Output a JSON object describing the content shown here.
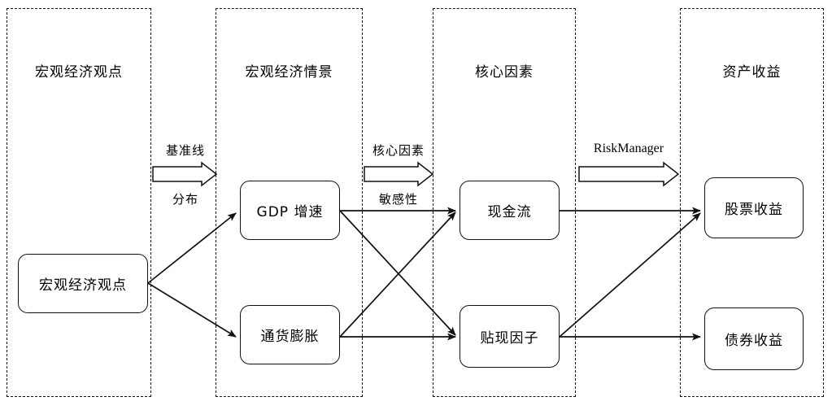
{
  "diagram": {
    "title_text": "",
    "lanes": [
      {
        "id": "macro-view",
        "title": "宏观经济观点"
      },
      {
        "id": "macro-scenario",
        "title": "宏观经济情景"
      },
      {
        "id": "core-factors",
        "title": "核心因素"
      },
      {
        "id": "asset-returns",
        "title": "资产收益"
      }
    ],
    "nodes": [
      {
        "id": "macro-view-node",
        "label": "宏观经济观点"
      },
      {
        "id": "gdp-growth",
        "label": "GDP 增速"
      },
      {
        "id": "inflation",
        "label": "通货膨胀"
      },
      {
        "id": "cash-flow",
        "label": "现金流"
      },
      {
        "id": "discount-factor",
        "label": "贴现因子"
      },
      {
        "id": "equity-return",
        "label": "股票收益"
      },
      {
        "id": "bond-return",
        "label": "债券收益"
      }
    ],
    "connectors": [
      {
        "id": "connector-1",
        "top_label": "基准线",
        "bottom_label": "分布"
      },
      {
        "id": "connector-2",
        "top_label": "核心因素",
        "bottom_label": "敏感性"
      },
      {
        "id": "connector-3",
        "top_label": "RiskManager",
        "bottom_label": ""
      }
    ],
    "edges": [
      {
        "from": "macro-view-node",
        "to": "gdp-growth"
      },
      {
        "from": "macro-view-node",
        "to": "inflation"
      },
      {
        "from": "gdp-growth",
        "to": "cash-flow"
      },
      {
        "from": "gdp-growth",
        "to": "discount-factor"
      },
      {
        "from": "inflation",
        "to": "cash-flow"
      },
      {
        "from": "inflation",
        "to": "discount-factor"
      },
      {
        "from": "cash-flow",
        "to": "equity-return"
      },
      {
        "from": "discount-factor",
        "to": "equity-return"
      },
      {
        "from": "discount-factor",
        "to": "bond-return"
      }
    ],
    "colors": {
      "line": "#111111",
      "background": "#ffffff",
      "text": "#000000"
    }
  }
}
